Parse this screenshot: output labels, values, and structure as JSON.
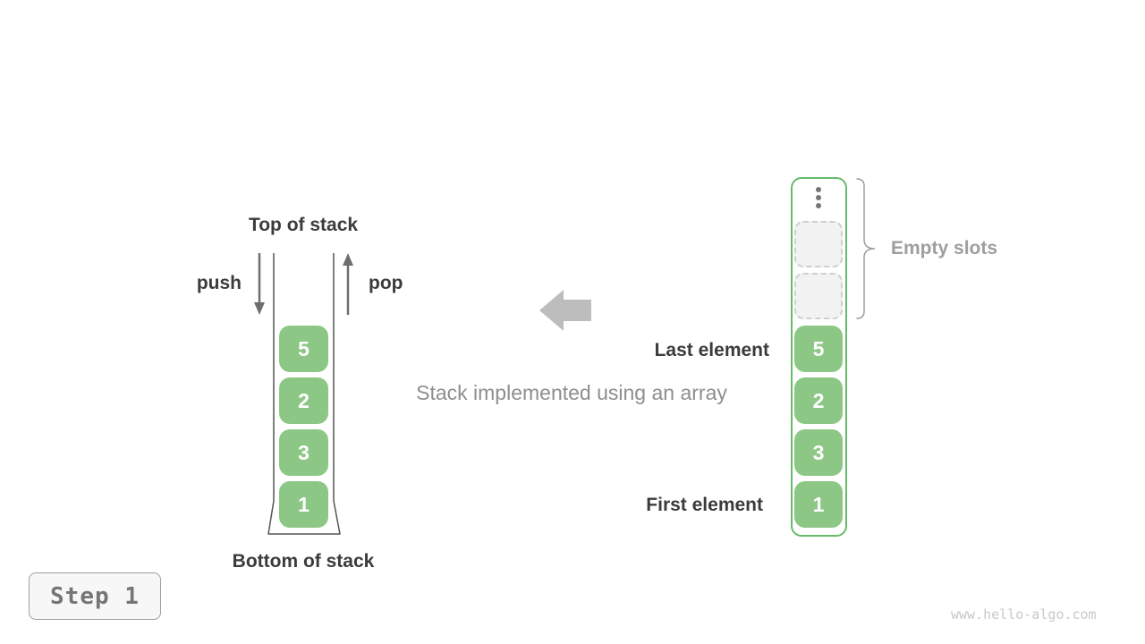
{
  "left_stack": {
    "top_label": "Top of stack",
    "bottom_label": "Bottom of stack",
    "push_label": "push",
    "pop_label": "pop",
    "cells": [
      "5",
      "2",
      "3",
      "1"
    ]
  },
  "center": {
    "caption": "Stack implemented using an array",
    "arrow_icon": "left-block-arrow"
  },
  "right_array": {
    "last_element_label": "Last element",
    "first_element_label": "First element",
    "empty_slots_label": "Empty slots",
    "empty_slots_count": 2,
    "ellipsis_icon": "vertical-ellipsis",
    "cells": [
      "5",
      "2",
      "3",
      "1"
    ]
  },
  "footer": {
    "step_label": "Step 1",
    "watermark": "www.hello-algo.com"
  },
  "colors": {
    "cell_green": "#8dc786",
    "array_border_green": "#66bb6a",
    "empty_slot_bg": "#f2f2f2",
    "empty_slot_border": "#cfcfcf",
    "dark_text": "#3b3b3b",
    "muted_text": "#9e9e9e",
    "caption_text": "#8e8e8e",
    "block_arrow_gray": "#bdbdbd",
    "stack_outline_gray": "#555555",
    "small_arrow_gray": "#6e6e6e",
    "step_text": "#757575",
    "watermark_text": "#c8c8c8"
  }
}
